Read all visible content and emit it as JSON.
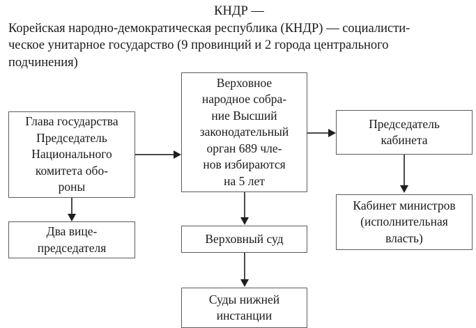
{
  "caption": {
    "lines": [
      "КНДР —",
      "Корейская народно-демократическая республика (КНДР) — социалисти-",
      "ческое унитарное государство (9 провинций и 2 города центрального",
      "подчинения)"
    ]
  },
  "chart_data": {
    "type": "diagram",
    "title": "КНДР — Корейская народно-демократическая республика (КНДР) — социалистическое унитарное государство (9 провинций и 2 города центрального подчинения)",
    "nodes": [
      {
        "id": "head_of_state",
        "label": "Глава государства\nПредседатель\nНационального\nкомитета обо-\nроны"
      },
      {
        "id": "two_vice",
        "label": "Два вице-\nпредседателя"
      },
      {
        "id": "supreme_assembly",
        "label": "Верховное\nнародное собра-\nние Высший\nзаконодательный\nорган 689 чле-\nнов избираются\nна 5 лет"
      },
      {
        "id": "supreme_court",
        "label": "Верховный суд"
      },
      {
        "id": "lower_courts",
        "label": "Суды нижней\nинстанции"
      },
      {
        "id": "cabinet_chair",
        "label": "Председатель\nкабинета"
      },
      {
        "id": "cabinet_ministers",
        "label": "Кабинет министров\n(исполнительная\nвласть)"
      }
    ],
    "edges": [
      {
        "from": "head_of_state",
        "to": "two_vice",
        "direction": "down"
      },
      {
        "from": "head_of_state",
        "to": "supreme_assembly",
        "direction": "right"
      },
      {
        "from": "supreme_assembly",
        "to": "cabinet_chair",
        "direction": "right"
      },
      {
        "from": "supreme_assembly",
        "to": "supreme_court",
        "direction": "down"
      },
      {
        "from": "supreme_court",
        "to": "lower_courts",
        "direction": "down"
      },
      {
        "from": "cabinet_chair",
        "to": "cabinet_ministers",
        "direction": "down"
      }
    ],
    "colors": {
      "box_border": "#5b5b5b",
      "connector": "#4a4a4a",
      "background": "#ffffff",
      "text": "#1a1a1a"
    }
  }
}
